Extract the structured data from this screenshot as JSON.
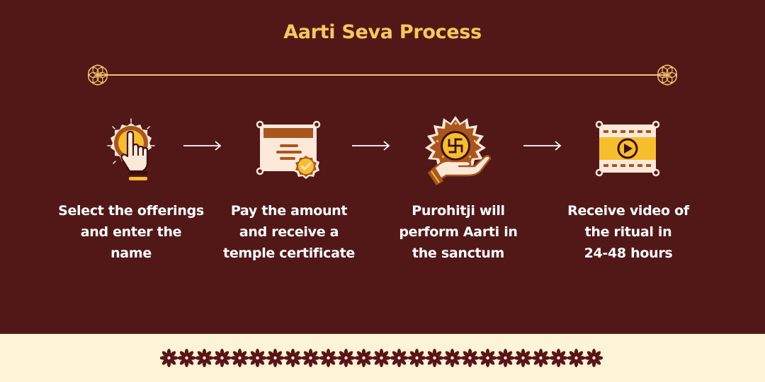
{
  "header": {
    "title": "Aarti Seva Process"
  },
  "colors": {
    "background": "#521818",
    "title": "#F6C85B",
    "divider": "#F2C26A",
    "label_text": "#FFFFFF",
    "footer_background": "#FDF3D6",
    "flower": "#5A1518",
    "icon_gold": "#F6BE2C",
    "icon_brown": "#A9561E",
    "icon_cream": "#FCE9DA"
  },
  "steps": [
    {
      "icon": "hand-tap-icon",
      "lines": [
        "Select the offerings",
        "and enter the",
        "name"
      ]
    },
    {
      "icon": "certificate-icon",
      "lines": [
        "Pay the amount",
        "and receive a",
        "temple certificate"
      ]
    },
    {
      "icon": "swastika-offering-icon",
      "lines": [
        "Purohitji will",
        "perform Aarti in",
        "the sanctum"
      ]
    },
    {
      "icon": "video-film-icon",
      "lines": [
        "Receive video of",
        "the ritual in",
        "24-48 hours"
      ]
    }
  ],
  "footer": {
    "flower_count": 25,
    "ornament": "flower-border"
  }
}
